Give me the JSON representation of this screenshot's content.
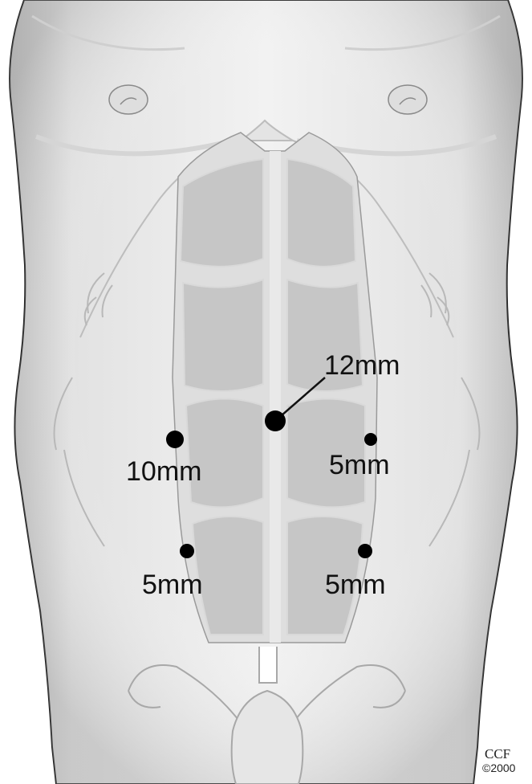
{
  "ports": [
    {
      "id": "umbilical",
      "label": "12mm"
    },
    {
      "id": "right-upper",
      "label": "10mm"
    },
    {
      "id": "left-upper",
      "label": "5mm"
    },
    {
      "id": "right-lower",
      "label": "5mm"
    },
    {
      "id": "left-lower",
      "label": "5mm"
    }
  ],
  "credit": {
    "line1": "CCF",
    "line2": "©2000"
  },
  "colors": {
    "skin": "#ebebeb",
    "skin_shade": "#d2d2d2",
    "muscle": "#c8c8c8",
    "sheath_line": "#9a9a9a",
    "outline": "#222222",
    "port_dot": "#000000"
  }
}
